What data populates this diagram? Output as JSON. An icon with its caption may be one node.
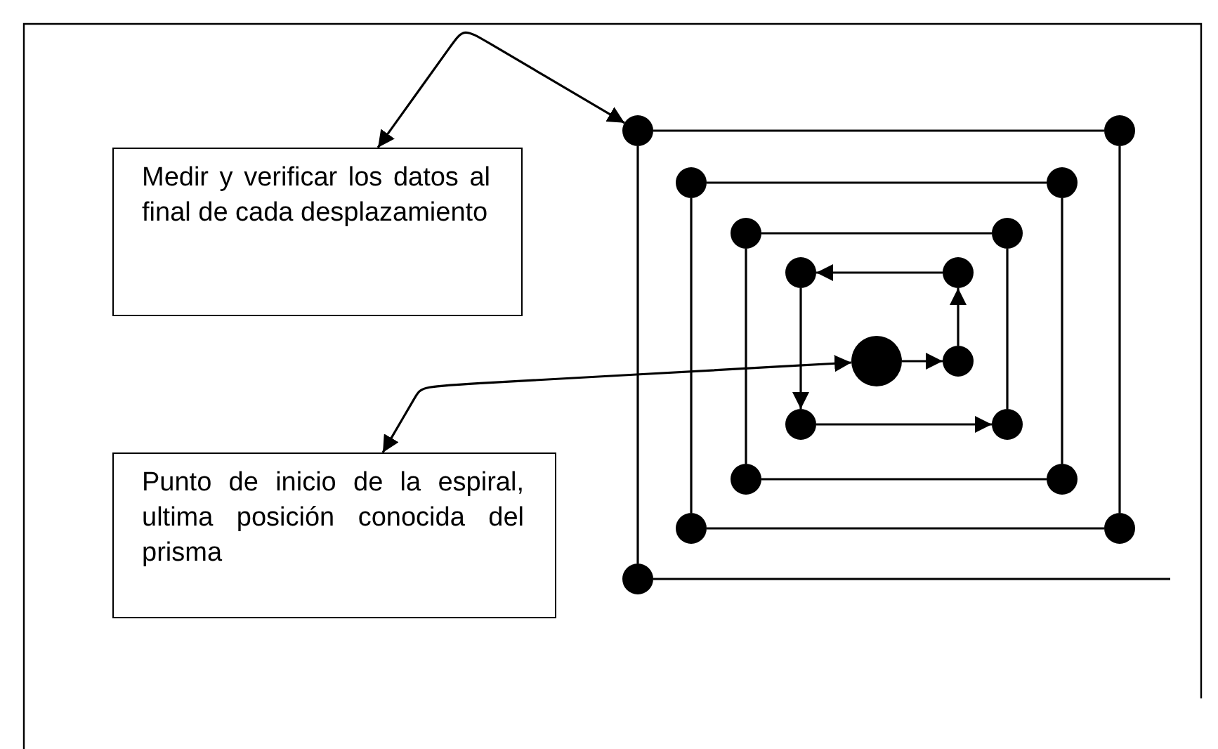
{
  "diagram": {
    "nodes": [
      {
        "text": [
          "Medir y verificar los datos al final de cada desplazamiento"
        ]
      },
      {
        "text": [
          "Punto de inicio de la espiral, ultima posición conocida del prisma"
        ]
      },
      {
        "text": [],
        "shape": "circle"
      },
      {
        "text": [],
        "shape": "circle"
      },
      {
        "text": [],
        "shape": "circle"
      },
      {
        "text": [],
        "shape": "circle"
      },
      {
        "text": [],
        "shape": "circle"
      },
      {
        "text": [],
        "shape": "circle"
      },
      {
        "text": [],
        "shape": "circle"
      },
      {
        "text": [],
        "shape": "circle"
      },
      {
        "text": [],
        "shape": "circle"
      },
      {
        "text": [],
        "shape": "circle"
      },
      {
        "text": [],
        "shape": "circle"
      },
      {
        "text": [],
        "shape": "circle"
      },
      {
        "text": [],
        "shape": "circle"
      },
      {
        "text": [],
        "shape": "circle"
      },
      {
        "text": [],
        "shape": "circle"
      },
      {
        "text": [],
        "shape": "circle"
      },
      {
        "text": [],
        "shape": "circle"
      }
    ],
    "edges": [
      {
        "from": 0,
        "to": 17,
        "arrow": "both"
      },
      {
        "from": 1,
        "to": 2,
        "arrow": "both"
      },
      {
        "from": 2,
        "to": 3,
        "arrow": "to"
      },
      {
        "from": 3,
        "to": 4,
        "arrow": "to"
      },
      {
        "from": 4,
        "to": 5,
        "arrow": "to"
      },
      {
        "from": 5,
        "to": 6,
        "arrow": "to"
      },
      {
        "from": 6,
        "to": 7,
        "arrow": "to"
      },
      {
        "from": 7,
        "to": 8,
        "arrow": "none"
      },
      {
        "from": 8,
        "to": 9,
        "arrow": "none"
      },
      {
        "from": 9,
        "to": 10,
        "arrow": "none"
      },
      {
        "from": 10,
        "to": 11,
        "arrow": "none"
      },
      {
        "from": 11,
        "to": 12,
        "arrow": "none"
      },
      {
        "from": 12,
        "to": 13,
        "arrow": "none"
      },
      {
        "from": 13,
        "to": 14,
        "arrow": "none"
      },
      {
        "from": 14,
        "to": 15,
        "arrow": "none"
      },
      {
        "from": 15,
        "to": 16,
        "arrow": "none"
      },
      {
        "from": 16,
        "to": 17,
        "arrow": "none"
      },
      {
        "from": 17,
        "to": 18,
        "arrow": "none"
      },
      {
        "from": 18,
        "to": null,
        "arrow": "none"
      }
    ]
  }
}
